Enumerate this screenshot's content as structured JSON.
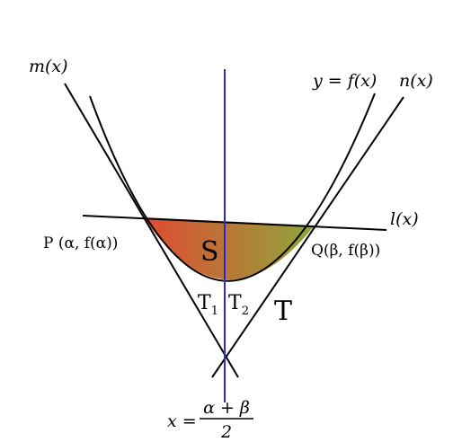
{
  "labels": {
    "m": "m(x)",
    "y_eq": "y = f(x)",
    "n": "n(x)",
    "l": "l(x)",
    "P": "P (α,  f(α))",
    "Q": "Q(β,  f(β))",
    "S": "S",
    "T1_base": "T",
    "T1_sub": "1",
    "T2_base": "T",
    "T2_sub": "2",
    "T": "T",
    "x_eq": "x =",
    "frac_num": "α + β",
    "frac_den": "2"
  },
  "colors": {
    "line": "#000000",
    "axis": "#2b2bd6",
    "shade_left": "#e04a32",
    "shade_right": "#8fa63c"
  }
}
